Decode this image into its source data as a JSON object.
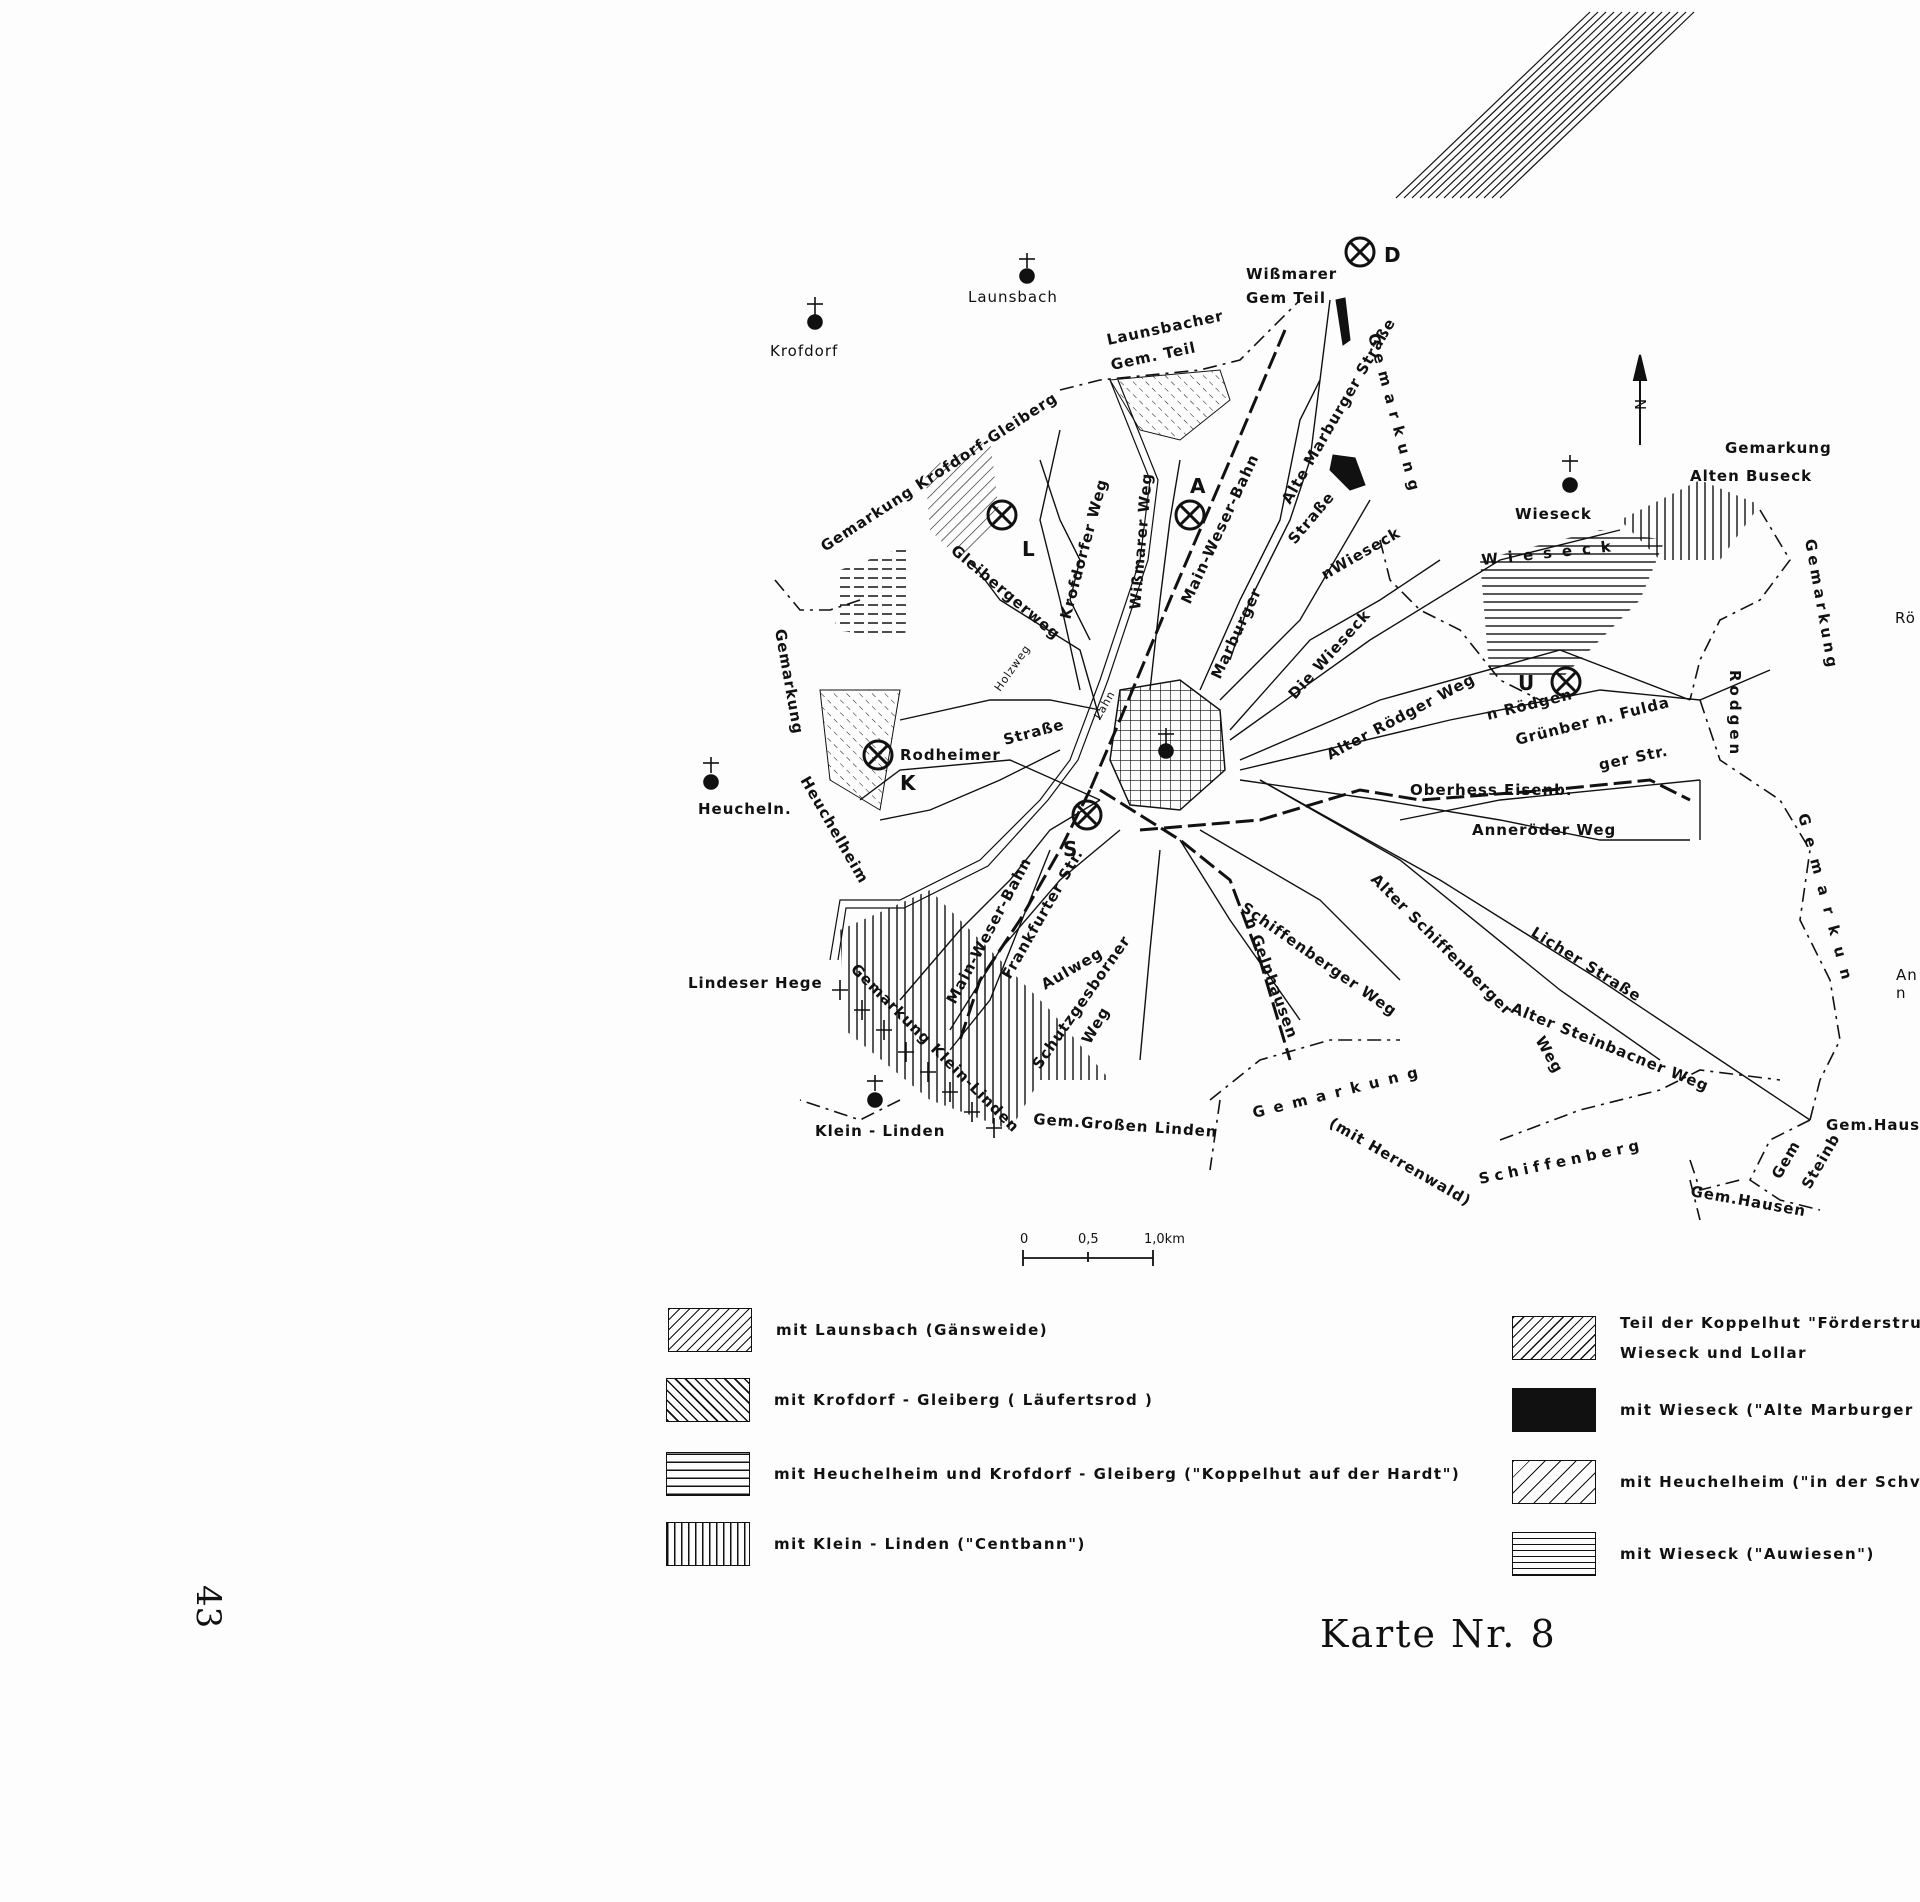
{
  "places": {
    "krofdorf": "Krofdorf",
    "launsbach": "Launsbach",
    "wissmarer_gem_teil_1": "Wißmarer",
    "wissmarer_gem_teil_2": "Gem Teil",
    "launsbacher_gem_teil_1": "Launsbacher",
    "launsbacher_gem_teil_2": "Gem. Teil",
    "gemarkung_alten_buseck_1": "Gemarkung",
    "gemarkung_alten_buseck_2": "Alten Buseck",
    "wieseck_village": "Wieseck",
    "heucheln": "Heucheln.",
    "lindeser_hege": "Lindeser Hege",
    "klein_linden": "Klein - Linden",
    "gem_grossen_linden": "Gem.Großen Linden",
    "gem_hausen": "Gem.Hause",
    "gem_hausen_2": "Gem.Hausen",
    "gem_steinb_1": "Gem",
    "gem_steinb_2": "Steinb",
    "roe": "Rö",
    "an_1": "An",
    "an_2": "n"
  },
  "gemarkungen": {
    "krofdorf_gleiberg": "Gemarkung Krofdorf-Gleiberg",
    "heuchelheim_1": "Gemarkung",
    "heuchelheim_2": "Heuchelheim",
    "gemarkung_east": "Gemarkung",
    "rodgen_1": "Gemarkung",
    "rodgen_2": "Rodgen",
    "klein_linden": "Gemarkung Klein-Linden",
    "schiffenberg_1": "Gemarkung",
    "schiffenberg_2": "(mit Herrenwald)",
    "schiffenberg_3": "Schiffenberg",
    "gemarkun_east": "Gemarkun",
    "wieseck_area": "Wieseck"
  },
  "roads": {
    "alte_marburger": "Alte Marburger Straße",
    "marburger": "Marburger",
    "strasse": "Straße",
    "main_weser_bahn": "Main-Weser-Bahn",
    "wissmarer_weg": "Wißmarer Weg",
    "gleiberger_weg": "Gleibergerweg",
    "krofdorfer_weg": "Krofdorfer Weg",
    "rodheimer": "Rodheimer",
    "rodheimer_strasse": "Straße",
    "holzweg": "Holzweg",
    "die_wieseck": "Die Wieseck",
    "n_wieseck": "nWieseck",
    "alter_roedger_weg": "Alter Rödger Weg",
    "n_roedgen": "n Rödgen",
    "gruenberger_1": "Grünber n. Fulda",
    "gruenberger_2": "ger Str.",
    "oberhess_eisenb": "Oberhess Eisenb.",
    "anneroeder_weg": "Anneröder Weg",
    "licher_strasse": "Licher Straße",
    "alter_schiffenberger": "Alter Schiffenberger",
    "alter_steinbacher_weg": "Alter Steinbacner Weg",
    "weg": "Weg",
    "schiffenberger_weg": "Schiffenberger Weg",
    "n_gelnhausen": "n Gelnhausen",
    "frankfurter_str": "Frankfurter Str.",
    "main_weser_bahn_2": "Main-Weser-Bahn",
    "aulweg": "Aulweg",
    "schutzgesborner_weg_1": "Schutzgesborner",
    "schutzgesborner_weg_2": "Weg",
    "lahn": "Lahn"
  },
  "markers": {
    "d": "D",
    "a": "A",
    "l": "L",
    "k": "K",
    "u": "U",
    "s": "S"
  },
  "north_label": "N",
  "scale": {
    "t0": "0",
    "t1": "0,5",
    "t2": "1,0km"
  },
  "legend": [
    {
      "pattern": "diag-dash",
      "text": "mit Launsbach (Gänsweide)"
    },
    {
      "pattern": "diag-back",
      "text": "mit Krofdorf - Gleiberg ( Läufertsrod )"
    },
    {
      "pattern": "hdash",
      "text": "mit Heuchelheim und Krofdorf - Gleiberg (\"Koppelhut auf der Hardt\")"
    },
    {
      "pattern": "vert",
      "text": "mit Klein - Linden (\"Centbann\")"
    },
    {
      "pattern": "diag-fwd",
      "text": "Teil der Koppelhut \"Förderstru"
    },
    {
      "pattern": "diag-fwd-2",
      "text": "Wieseck und Lollar"
    },
    {
      "pattern": "black",
      "text": "mit Wieseck (\"Alte Marburger"
    },
    {
      "pattern": "diag-sparse",
      "text": "mit Heuchelheim (\"in der Schv"
    },
    {
      "pattern": "horiz",
      "text": "mit Wieseck (\"Auwiesen\")"
    }
  ],
  "map_title": "Karte Nr. 8",
  "page_number": "43"
}
